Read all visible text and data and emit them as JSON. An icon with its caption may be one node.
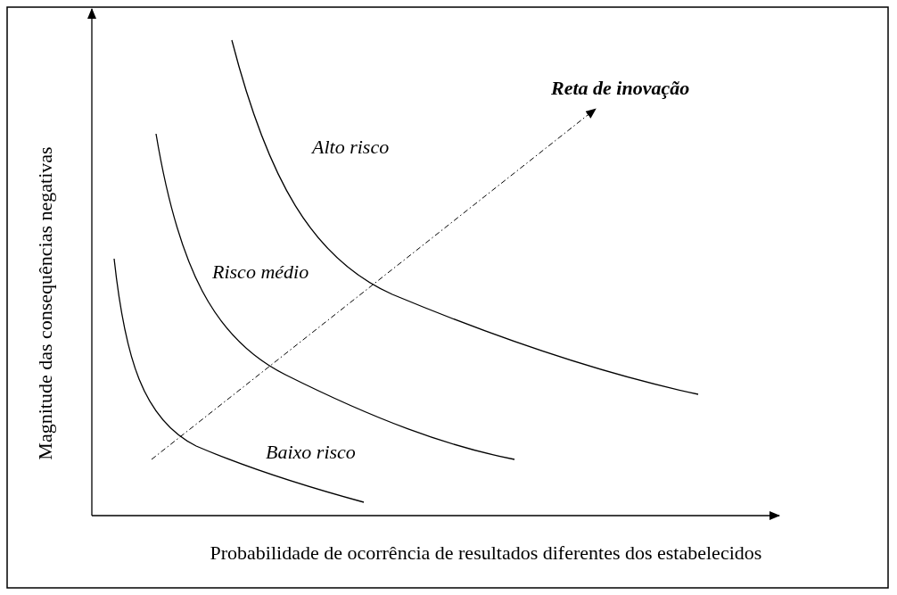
{
  "diagram": {
    "labels": [
      "Magnitude das consequências negativas",
      "Reta de inovação",
      "Alto risco",
      "Risco médio",
      "Baixo risco",
      "Probabilidade de ocorrência de resultados diferentes dos estabelecidos"
    ]
  }
}
